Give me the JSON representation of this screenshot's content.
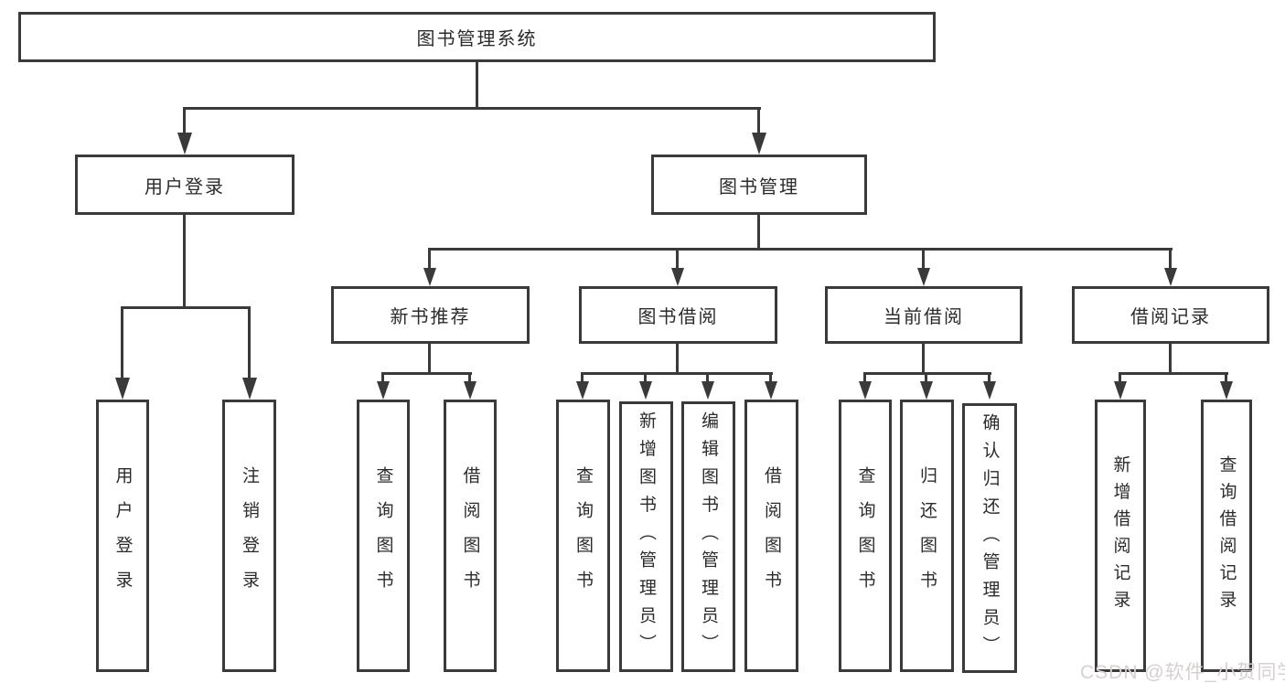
{
  "diagram_type": "hierarchy-tree",
  "colors": {
    "line": "#3a3a3a",
    "text": "#2b2b2b",
    "background": "#ffffff",
    "watermark_color": "#d7d0d0"
  },
  "tree": {
    "root": {
      "label": "图书管理系统"
    },
    "login": {
      "label": "用户登录",
      "children": [
        "用户登录",
        "注销登录"
      ]
    },
    "manage": {
      "label": "图书管理"
    },
    "sections": [
      {
        "label": "新书推荐",
        "children": [
          "查询图书",
          "借阅图书"
        ]
      },
      {
        "label": "图书借阅",
        "children": [
          "查询图书",
          "新增图书（管理员）",
          "编辑图书（管理员）",
          "借阅图书"
        ]
      },
      {
        "label": "当前借阅",
        "children": [
          "查询图书",
          "归还图书",
          "确认归还（管理员）"
        ]
      },
      {
        "label": "借阅记录",
        "children": [
          "新增借阅记录",
          "查询借阅记录"
        ]
      }
    ]
  },
  "watermark": {
    "text": "CSDN @软件_小贺同学"
  }
}
